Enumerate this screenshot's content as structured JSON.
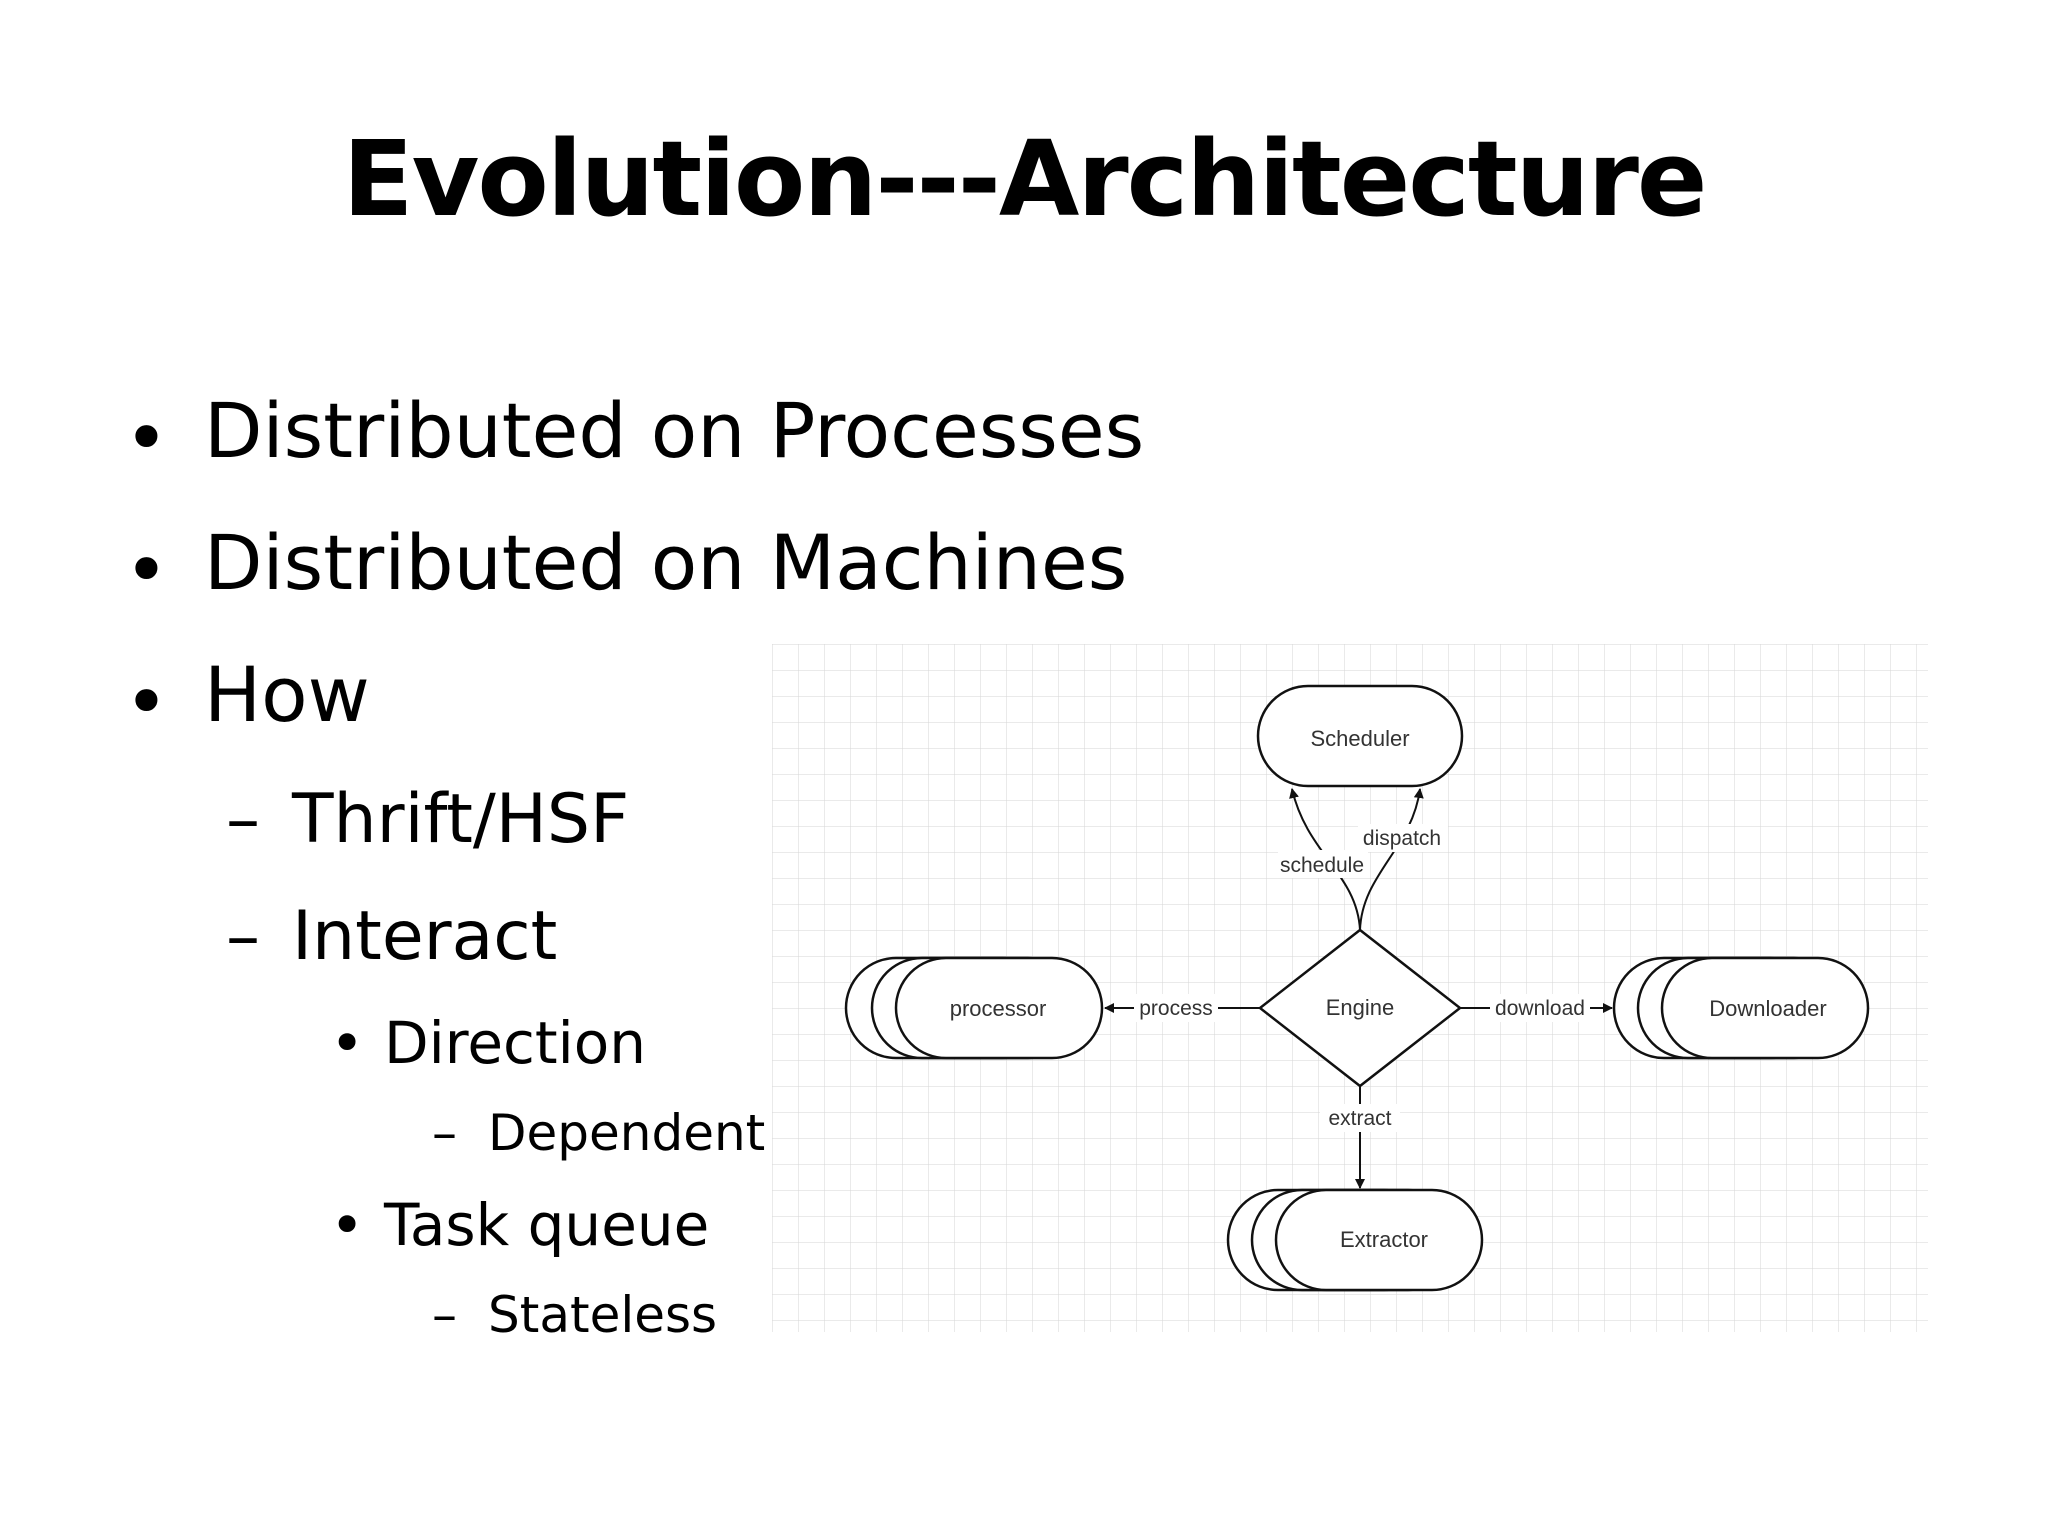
{
  "slide": {
    "title": "Evolution---Architecture",
    "bullets": [
      {
        "level": 1,
        "marker": "•",
        "text": "Distributed on Processes"
      },
      {
        "level": 1,
        "marker": "•",
        "text": "Distributed on Machines"
      },
      {
        "level": 1,
        "marker": "•",
        "text": "How"
      },
      {
        "level": 2,
        "marker": "–",
        "text": "Thrift/HSF"
      },
      {
        "level": 2,
        "marker": "–",
        "text": "Interact"
      },
      {
        "level": 3,
        "marker": "•",
        "text": "Direction"
      },
      {
        "level": 4,
        "marker": "–",
        "text": "Dependent"
      },
      {
        "level": 3,
        "marker": "•",
        "text": "Task queue"
      },
      {
        "level": 4,
        "marker": "–",
        "text": "Stateless"
      }
    ]
  },
  "diagram": {
    "nodes": {
      "scheduler": "Scheduler",
      "engine": "Engine",
      "processor": "processor",
      "downloader": "Downloader",
      "extractor": "Extractor"
    },
    "edges": {
      "schedule": "schedule",
      "dispatch": "dispatch",
      "process": "process",
      "download": "download",
      "extract": "extract"
    }
  }
}
